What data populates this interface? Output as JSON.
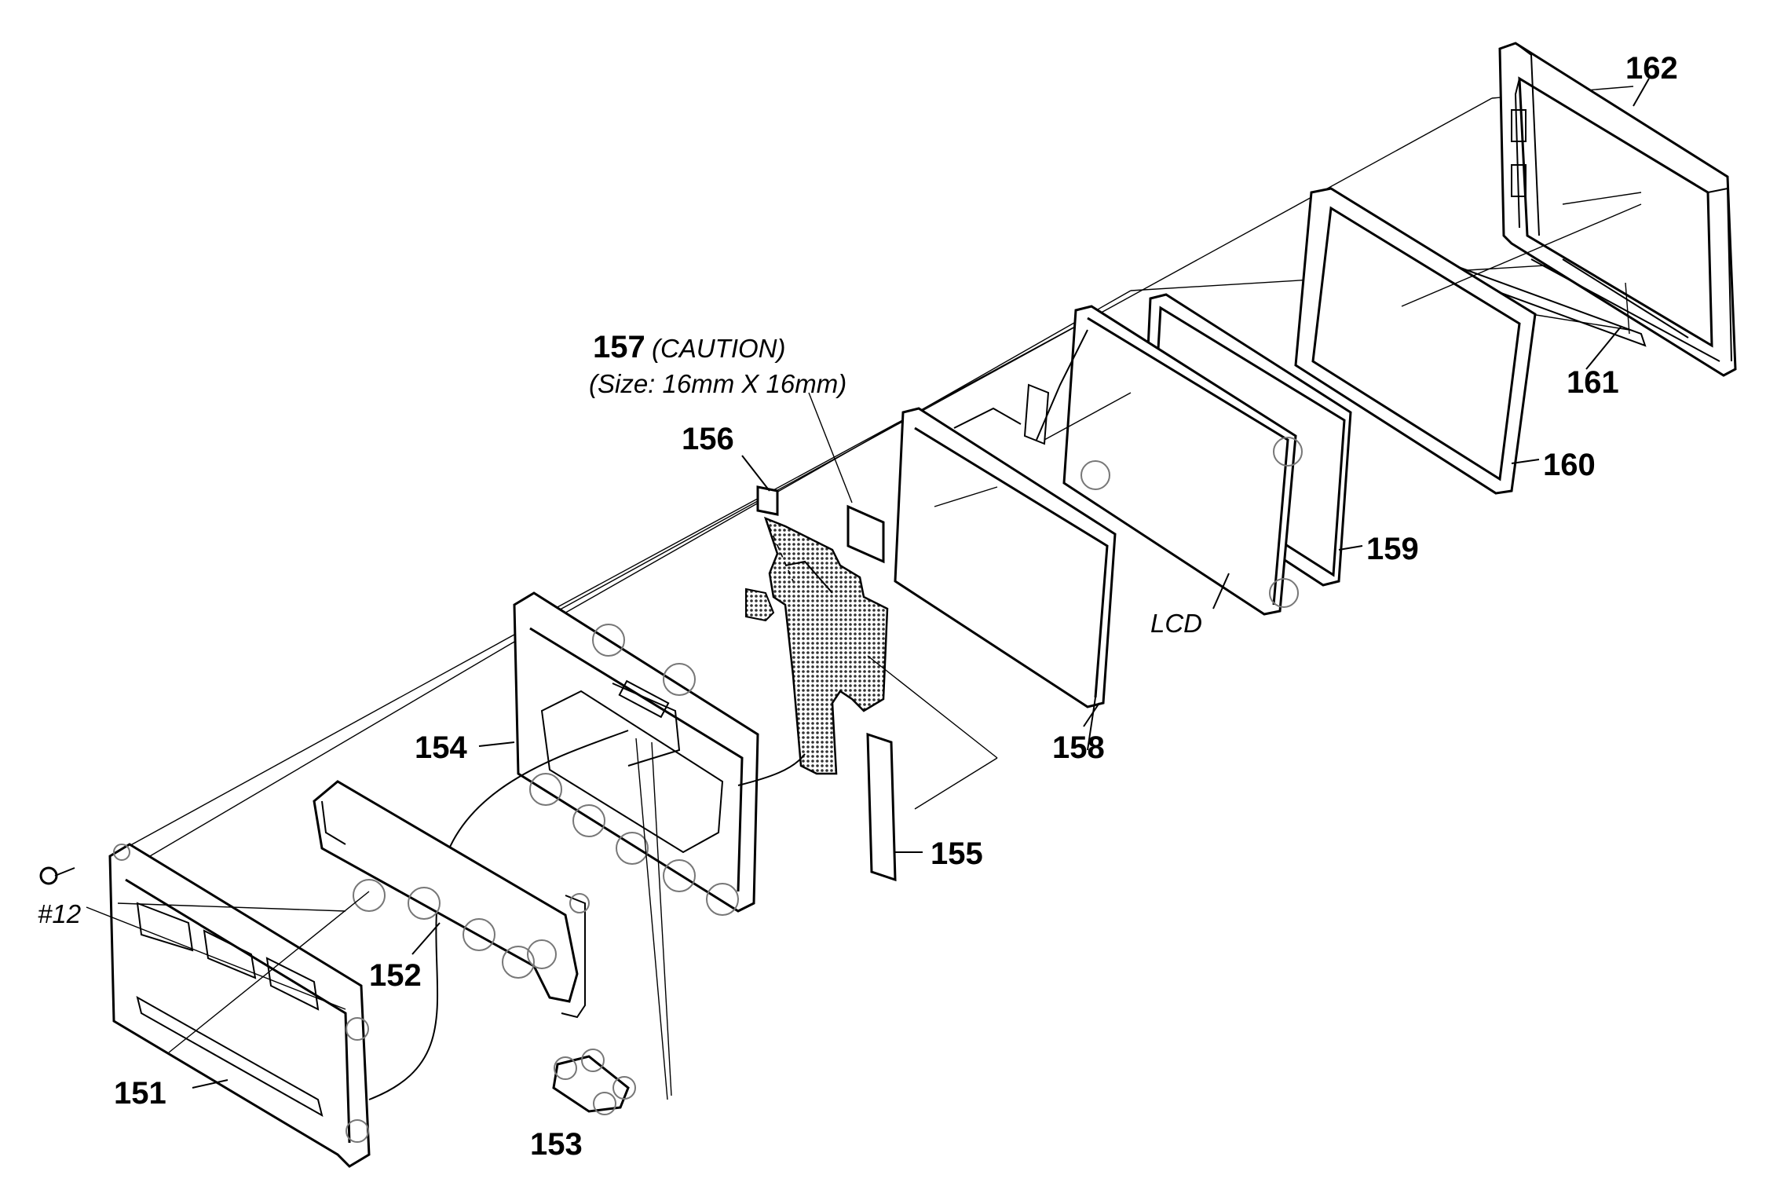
{
  "callouts": {
    "p151": "151",
    "p152": "152",
    "p153": "153",
    "p154": "154",
    "p155": "155",
    "p156": "156",
    "p157": "157",
    "p157_caution": "(CAUTION)",
    "p157_size": "(Size: 16mm X 16mm)",
    "p158": "158",
    "p159": "159",
    "p160": "160",
    "p161": "161",
    "p162": "162",
    "screw": "#12",
    "lcd": "LCD"
  },
  "colors": {
    "line": "#000000",
    "background": "#ffffff",
    "flex_pattern": "#555555"
  }
}
